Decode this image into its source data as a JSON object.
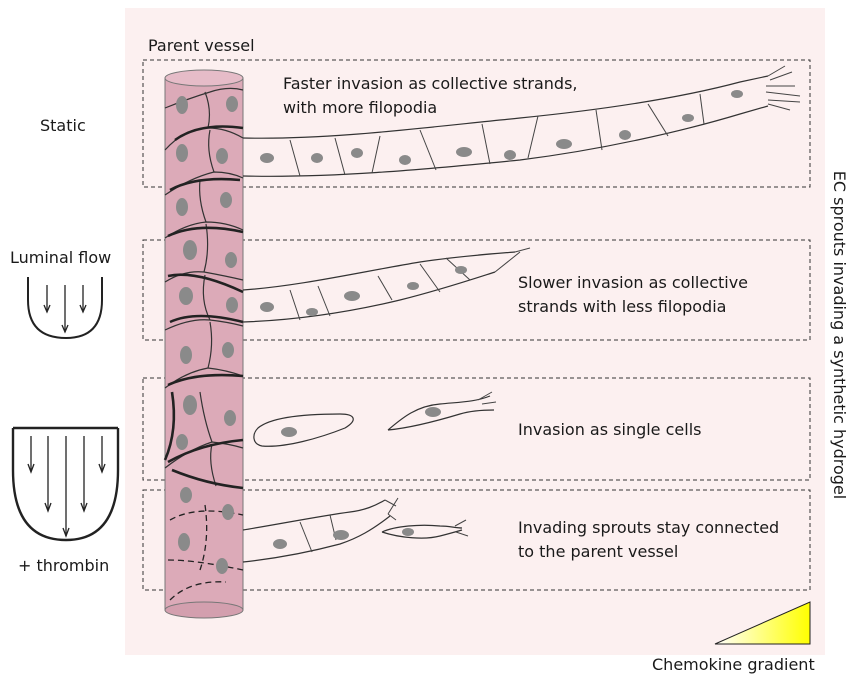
{
  "background_panel_color": "#fcf0f0",
  "vessel_color": "#dcaab8",
  "gradient_colors": [
    "#ffffff",
    "#ffff00"
  ],
  "labels": {
    "parent_vessel": "Parent vessel",
    "static": "Static",
    "luminal_flow": "Luminal flow",
    "thrombin": "+ thrombin",
    "chemokine_gradient": "Chemokine gradient",
    "side_label": "EC sprouts invading  a synthetic hydrogel"
  },
  "rows": [
    {
      "description_line1": "Faster invasion as collective strands,",
      "description_line2": "with more filopodia"
    },
    {
      "description_line1": "Slower invasion as collective",
      "description_line2": "strands with less filopodia"
    },
    {
      "description_line1": "Invasion as single cells",
      "description_line2": ""
    },
    {
      "description_line1": "Invading sprouts stay connected",
      "description_line2": "to the parent vessel"
    }
  ]
}
